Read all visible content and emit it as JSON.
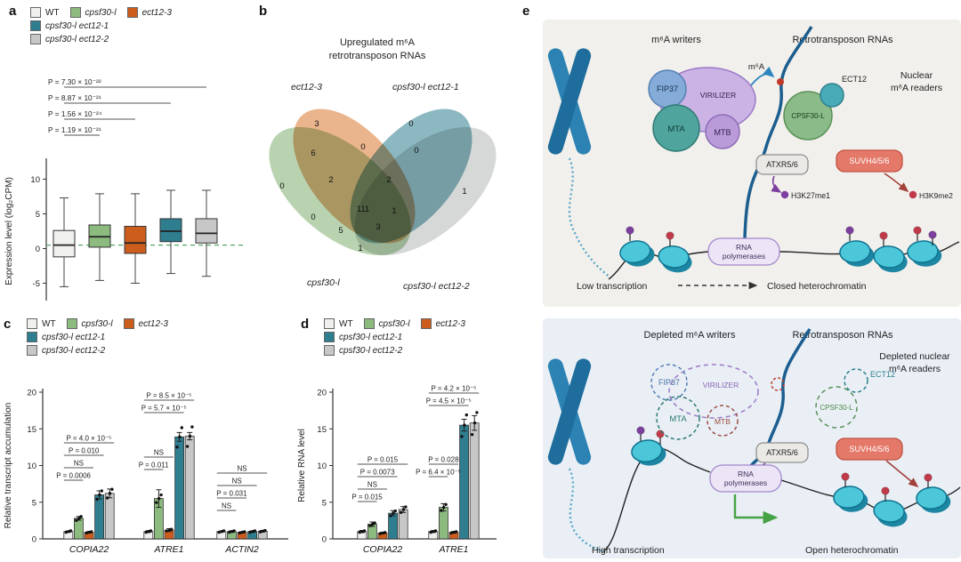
{
  "panel_labels": {
    "a": "a",
    "b": "b",
    "c": "c",
    "d": "d",
    "e": "e"
  },
  "genotypes": [
    {
      "name": "WT",
      "color": "#f0f0ee",
      "italic": false
    },
    {
      "name": "cpsf30-l",
      "color": "#8cba7f",
      "italic": true
    },
    {
      "name": "ect12-3",
      "color": "#cc5d1d",
      "italic": true
    },
    {
      "name": "cpsf30-l ect12-1",
      "color": "#2e7e8f",
      "italic": true
    },
    {
      "name": "cpsf30-l ect12-2",
      "color": "#c7c7c7",
      "italic": true
    }
  ],
  "chart_data": [
    {
      "id": "panel_a",
      "type": "box",
      "ylabel": "Expression level (log₂CPM)",
      "ylim": [
        -7.5,
        12.5
      ],
      "yticks": [
        -5,
        0,
        5,
        10
      ],
      "reference_line": 0.5,
      "series": [
        {
          "name": "WT",
          "whisker_low": -5.5,
          "q1": -1.2,
          "median": 0.5,
          "q3": 2.6,
          "whisker_high": 7.3
        },
        {
          "name": "cpsf30-l",
          "whisker_low": -4.6,
          "q1": 0.2,
          "median": 1.7,
          "q3": 3.4,
          "whisker_high": 7.9
        },
        {
          "name": "ect12-3",
          "whisker_low": -5.0,
          "q1": -0.7,
          "median": 0.8,
          "q3": 3.2,
          "whisker_high": 7.9
        },
        {
          "name": "cpsf30-l ect12-1",
          "whisker_low": -3.6,
          "q1": 1.0,
          "median": 2.5,
          "q3": 4.3,
          "whisker_high": 8.4
        },
        {
          "name": "cpsf30-l ect12-2",
          "whisker_low": -4.0,
          "q1": 0.8,
          "median": 2.2,
          "q3": 4.3,
          "whisker_high": 8.4
        }
      ],
      "comparisons": [
        {
          "label": "P = 7.30 × 10⁻²²",
          "from": 0,
          "to": 4
        },
        {
          "label": "P = 8.87 × 10⁻²¹",
          "from": 0,
          "to": 3
        },
        {
          "label": "P = 1.56 × 10⁻²⁴",
          "from": 0,
          "to": 2
        },
        {
          "label": "P = 1.19 × 10⁻²¹",
          "from": 0,
          "to": 1
        }
      ]
    },
    {
      "id": "panel_b",
      "type": "venn4",
      "title_line1": "Upregulated m⁶A",
      "title_line2": "retrotransposon RNAs",
      "sets": [
        {
          "name": "ect12-3",
          "color": "#d9782f"
        },
        {
          "name": "cpsf30-l ect12-1",
          "color": "#2e7e8f"
        },
        {
          "name": "cpsf30-l",
          "color": "#7fae6f"
        },
        {
          "name": "cpsf30-l ect12-2",
          "color": "#b5b8b8"
        }
      ],
      "counts": {
        "ect12_3_only": 3,
        "cpsf30l_ect12_1_only": 0,
        "cpsf30l_only": 0,
        "cpsf30l_ect12_2_only": 1,
        "cpsf30l__ect12_3": 6,
        "ect12_3__cpsf30l_ect12_1": 0,
        "cpsf30l_ect12_1__cpsf30l_ect12_2": 0,
        "cpsf30l__cpsf30l_ect12_1": 5,
        "ect12_3__cpsf30l_ect12_2": 3,
        "cpsf30l__cpsf30l_ect12_2": 1,
        "cpsf30l__ect12_3__cpsf30l_ect12_1": 2,
        "ect12_3__cpsf30l_ect12_1__cpsf30l_ect12_2": 2,
        "cpsf30l__ect12_3__cpsf30l_ect12_2": 0,
        "cpsf30l__cpsf30l_ect12_1__cpsf30l_ect12_2": 1,
        "all_four": 111
      }
    },
    {
      "id": "panel_c",
      "type": "bar",
      "ylabel": "Relative transcript accumulation",
      "ylim": [
        0,
        20
      ],
      "yticks": [
        0,
        5,
        10,
        15,
        20
      ],
      "categories": [
        "COPIA22",
        "ATRE1",
        "ACTIN2"
      ],
      "series": [
        {
          "name": "WT",
          "values": [
            1.0,
            1.0,
            1.0
          ],
          "errors": [
            0.08,
            0.12,
            0.06
          ]
        },
        {
          "name": "cpsf30-l",
          "values": [
            2.8,
            5.5,
            1.0
          ],
          "errors": [
            0.25,
            1.2,
            0.1
          ]
        },
        {
          "name": "ect12-3",
          "values": [
            0.9,
            1.2,
            0.9
          ],
          "errors": [
            0.1,
            0.2,
            0.08
          ]
        },
        {
          "name": "cpsf30-l ect12-1",
          "values": [
            6.0,
            13.9,
            1.0
          ],
          "errors": [
            0.55,
            0.6,
            0.08
          ]
        },
        {
          "name": "cpsf30-l ect12-2",
          "values": [
            6.2,
            14.0,
            1.05
          ],
          "errors": [
            0.6,
            0.5,
            0.1
          ]
        }
      ],
      "annotations": [
        {
          "category": "COPIA22",
          "labels": [
            "P = 4.0 × 10⁻⁵",
            "P = 0.010",
            "NS",
            "P = 0.0006"
          ]
        },
        {
          "category": "ATRE1",
          "labels": [
            "P = 8.5 × 10⁻⁵",
            "P = 5.7 × 10⁻⁵",
            "NS",
            "P = 0.011"
          ]
        },
        {
          "category": "ACTIN2",
          "labels": [
            "NS",
            "NS",
            "P = 0.031",
            "NS"
          ]
        }
      ]
    },
    {
      "id": "panel_d",
      "type": "bar",
      "ylabel": "Relative RNA level",
      "ylim": [
        0,
        20
      ],
      "yticks": [
        0,
        5,
        10,
        15,
        20
      ],
      "categories": [
        "COPIA22",
        "ATRE1"
      ],
      "series": [
        {
          "name": "WT",
          "values": [
            1.0,
            1.0
          ],
          "errors": [
            0.15,
            0.12
          ]
        },
        {
          "name": "cpsf30-l",
          "values": [
            2.0,
            4.3
          ],
          "errors": [
            0.3,
            0.5
          ]
        },
        {
          "name": "ect12-3",
          "values": [
            0.8,
            0.9
          ],
          "errors": [
            0.1,
            0.1
          ]
        },
        {
          "name": "cpsf30-l ect12-1",
          "values": [
            3.5,
            15.5
          ],
          "errors": [
            0.35,
            0.8
          ]
        },
        {
          "name": "cpsf30-l ect12-2",
          "values": [
            4.0,
            15.8
          ],
          "errors": [
            0.4,
            1.0
          ]
        }
      ],
      "annotations": [
        {
          "category": "COPIA22",
          "labels": [
            "P = 0.015",
            "P = 0.0073",
            "NS",
            "P = 0.015"
          ]
        },
        {
          "category": "ATRE1",
          "labels": [
            "P = 4.2 × 10⁻⁵",
            "P = 4.5 × 10⁻⁵",
            "P = 0.028",
            "P = 6.4 × 10⁻⁵"
          ]
        }
      ]
    }
  ],
  "panel_e": {
    "top": {
      "writers_title": "m⁶A writers",
      "rna_title": "Retrotransposon RNAs",
      "readers_title_1": "Nuclear",
      "readers_title_2": "m⁶A readers",
      "m6a_label": "m⁶A",
      "fip37": "FIP37",
      "virilizer": "VIRILIZER",
      "mta": "MTA",
      "mtb": "MTB",
      "cpsf30l": "CPSF30-L",
      "ect12": "ECT12",
      "atxr": "ATXR5/6",
      "suvh": "SUVH4/5/6",
      "h3k27": "H3K27me1",
      "h3k9": "H3K9me2",
      "rnapol_1": "RNA",
      "rnapol_2": "polymerases",
      "bottom_left": "Low transcription",
      "bottom_right": "Closed heterochromatin"
    },
    "bottom": {
      "writers_title": "Depleted m⁶A writers",
      "rna_title": "Retrotransposon RNAs",
      "readers_title_1": "Depleted nuclear",
      "readers_title_2": "m⁶A readers",
      "fip37": "FIP37",
      "virilizer": "VIRILIZER",
      "mta": "MTA",
      "mtb": "MTB",
      "cpsf30l": "CPSF30-L",
      "ect12": "ECT12",
      "atxr": "ATXR5/6",
      "suvh": "SUVH4/5/6",
      "rnapol_1": "RNA",
      "rnapol_2": "polymerases",
      "bottom_left": "High transcription",
      "bottom_right": "Open heterochromatin"
    }
  }
}
